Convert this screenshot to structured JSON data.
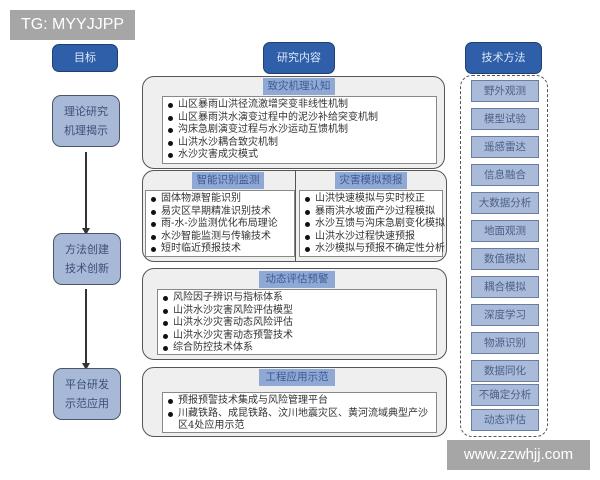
{
  "watermarks": {
    "top_left": "TG: MYYJJPP",
    "bottom_right": "www.zzwhjj.com"
  },
  "headers": {
    "goal": "目标",
    "content": "研究内容",
    "methods": "技术方法"
  },
  "goals": [
    {
      "line1": "理论研究",
      "line2": "机理揭示"
    },
    {
      "line1": "方法创建",
      "line2": "技术创新"
    },
    {
      "line1": "平台研发",
      "line2": "示范应用"
    }
  ],
  "sections": {
    "mechanism": {
      "title": "致灾机理认知",
      "items": [
        "山区暴雨山洪径流激增突变非线性机制",
        "山区暴雨洪水演变过程中的泥沙补给突变机制",
        "沟床急剧演变过程与水沙运动互馈机制",
        "山洪水沙耦合致灾机制",
        "水沙灾害成灾模式"
      ]
    },
    "monitoring": {
      "title": "智能识别监测",
      "items": [
        "固体物源智能识别",
        "易灾区早期精准识别技术",
        "雨-水-沙监测优化布局理论",
        "水沙智能监测与传输技术",
        "短时临近预报技术"
      ]
    },
    "simulation": {
      "title": "灾害模拟预报",
      "items": [
        "山洪快速模拟与实时校正",
        "暴雨洪水坡面产沙过程模拟",
        "水沙互馈与沟床急剧变化模拟",
        "山洪水沙过程快速预报",
        "水沙模拟与预报不确定性分析"
      ]
    },
    "assessment": {
      "title": "动态评估预警",
      "items": [
        "风险因子辨识与指标体系",
        "山洪水沙灾害风险评估模型",
        "山洪水沙灾害动态风险评估",
        "山洪水沙灾害动态预警技术",
        "综合防控技术体系"
      ]
    },
    "application": {
      "title": "工程应用示范",
      "items": [
        "预报预警技术集成与风险管理平台",
        "川藏铁路、成昆铁路、汶川地震灾区、黄河流域典型产沙区4处应用示范"
      ]
    }
  },
  "methods": [
    "野外观测",
    "模型试验",
    "遥感雷达",
    "信息融合",
    "大数据分析",
    "地面观测",
    "数值模拟",
    "耦合模拟",
    "深度学习",
    "物源识别",
    "数据同化",
    "不确定分析",
    "动态评估"
  ],
  "colors": {
    "header_blue": "#2e5fa8",
    "light_blue": "#a7b9d6",
    "section_title_blue": "#8fa9d4",
    "panel_gray": "#efefef",
    "watermark_gray": "#a6a6a6"
  }
}
